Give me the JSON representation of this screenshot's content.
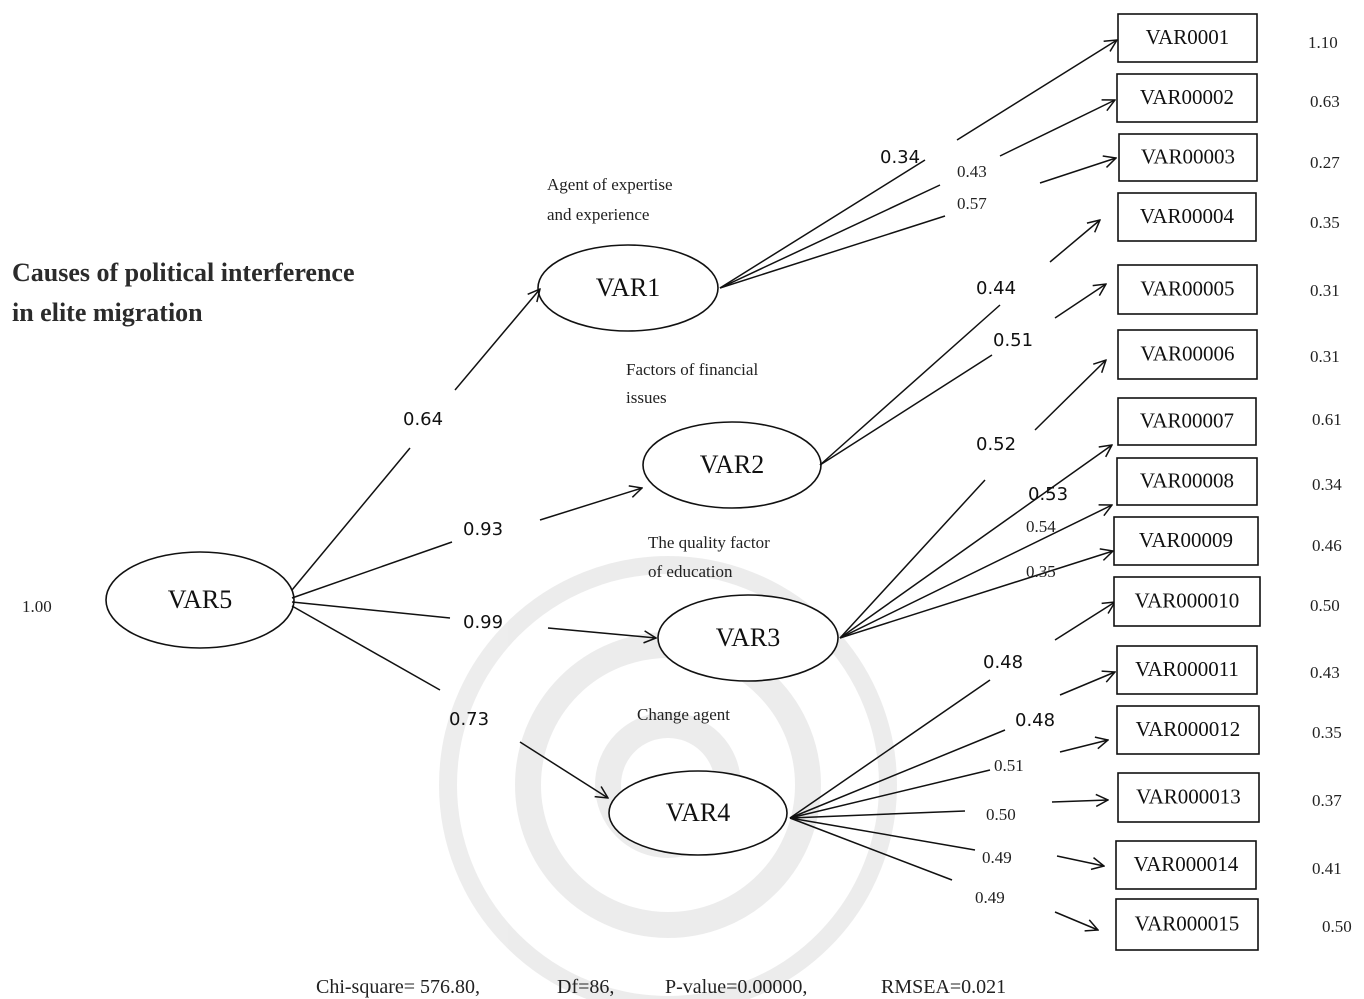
{
  "title": {
    "line1": "Causes of political interference",
    "line2": "in elite migration"
  },
  "latents": [
    {
      "id": "VAR5",
      "label": "VAR5",
      "variance": "1.00"
    },
    {
      "id": "VAR1",
      "label": "VAR1",
      "caption_lines": [
        "Agent of expertise",
        "and experience"
      ]
    },
    {
      "id": "VAR2",
      "label": "VAR2",
      "caption_lines": [
        "Factors of financial",
        "issues"
      ]
    },
    {
      "id": "VAR3",
      "label": "VAR3",
      "caption_lines": [
        "The quality factor",
        "of education"
      ]
    },
    {
      "id": "VAR4",
      "label": "VAR4",
      "caption_lines": [
        "Change agent"
      ]
    }
  ],
  "structural_paths": [
    {
      "from": "VAR5",
      "to": "VAR1",
      "coef": "0.64"
    },
    {
      "from": "VAR5",
      "to": "VAR2",
      "coef": "0.93"
    },
    {
      "from": "VAR5",
      "to": "VAR3",
      "coef": "0.99"
    },
    {
      "from": "VAR5",
      "to": "VAR4",
      "coef": "0.73"
    }
  ],
  "observed": [
    {
      "label": "VAR0001",
      "error": "1.10"
    },
    {
      "label": "VAR00002",
      "error": "0.63"
    },
    {
      "label": "VAR00003",
      "error": "0.27"
    },
    {
      "label": "VAR00004",
      "error": "0.35"
    },
    {
      "label": "VAR00005",
      "error": "0.31"
    },
    {
      "label": "VAR00006",
      "error": "0.31"
    },
    {
      "label": "VAR00007",
      "error": "0.61"
    },
    {
      "label": "VAR00008",
      "error": "0.34"
    },
    {
      "label": "VAR00009",
      "error": "0.46"
    },
    {
      "label": "VAR000010",
      "error": "0.50"
    },
    {
      "label": "VAR000011",
      "error": "0.43"
    },
    {
      "label": "VAR000012",
      "error": "0.35"
    },
    {
      "label": "VAR000013",
      "error": "0.37"
    },
    {
      "label": "VAR000014",
      "error": "0.41"
    },
    {
      "label": "VAR000015",
      "error": "0.50"
    }
  ],
  "loadings": [
    {
      "from": "VAR1",
      "to": "VAR0001",
      "coef": "0.34"
    },
    {
      "from": "VAR1",
      "to": "VAR00002",
      "coef": "0.43"
    },
    {
      "from": "VAR1",
      "to": "VAR00003",
      "coef": "0.57"
    },
    {
      "from": "VAR2",
      "to": "VAR00004",
      "coef": "0.44"
    },
    {
      "from": "VAR2",
      "to": "VAR00005",
      "coef": "0.51"
    },
    {
      "from": "VAR3",
      "to": "VAR00006",
      "coef": "0.52"
    },
    {
      "from": "VAR3",
      "to": "VAR00007",
      "coef": "0.53"
    },
    {
      "from": "VAR3",
      "to": "VAR00008",
      "coef": "0.54"
    },
    {
      "from": "VAR3",
      "to": "VAR00009",
      "coef": "0.35"
    },
    {
      "from": "VAR4",
      "to": "VAR000010",
      "coef": "0.48"
    },
    {
      "from": "VAR4",
      "to": "VAR000011",
      "coef": "0.48"
    },
    {
      "from": "VAR4",
      "to": "VAR000012",
      "coef": "0.51"
    },
    {
      "from": "VAR4",
      "to": "VAR000013",
      "coef": "0.50"
    },
    {
      "from": "VAR4",
      "to": "VAR000014",
      "coef": "0.49"
    },
    {
      "from": "VAR4",
      "to": "VAR000015",
      "coef": "0.49"
    }
  ],
  "fit_stats": {
    "chi_square": "Chi-square= 576.80,",
    "df": "Df=86,",
    "p_value": "P-value=0.00000,",
    "rmsea": "RMSEA=0.021"
  }
}
